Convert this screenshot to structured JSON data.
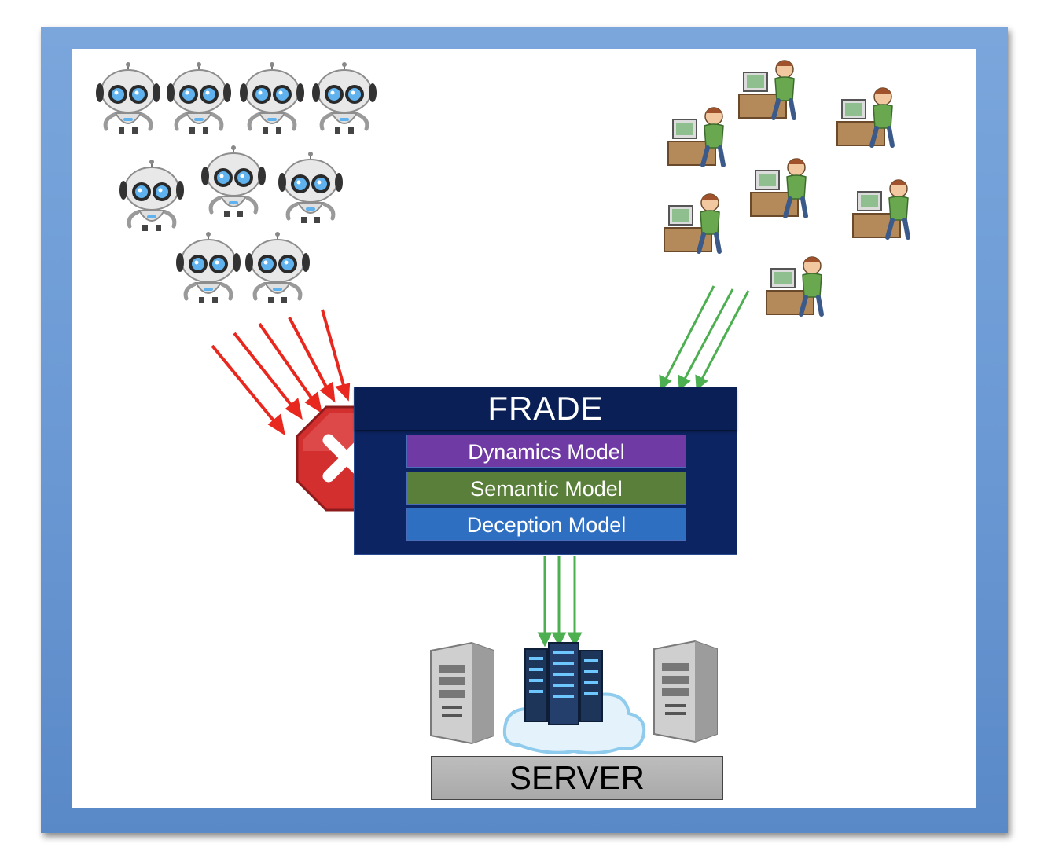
{
  "frade": {
    "title": "FRADE",
    "models": [
      "Dynamics Model",
      "Semantic Model",
      "Deception Model"
    ]
  },
  "server": {
    "label": "SERVER"
  },
  "icons": {
    "bots": "robot-icon",
    "humans": "person-at-computer-icon",
    "block": "stop-x-icon",
    "servers": "server-tower-icon",
    "cloud": "cloud-datacenter-icon"
  },
  "colors": {
    "frame": "#6a98d3",
    "frade_bg": "#0c2461",
    "dynamics": "#6f3aa3",
    "semantic": "#5a7f3a",
    "deception": "#2f6fc2",
    "bot_arrow": "#e8281e",
    "human_arrow": "#4caf50",
    "stop_sign": "#d32f2f"
  }
}
